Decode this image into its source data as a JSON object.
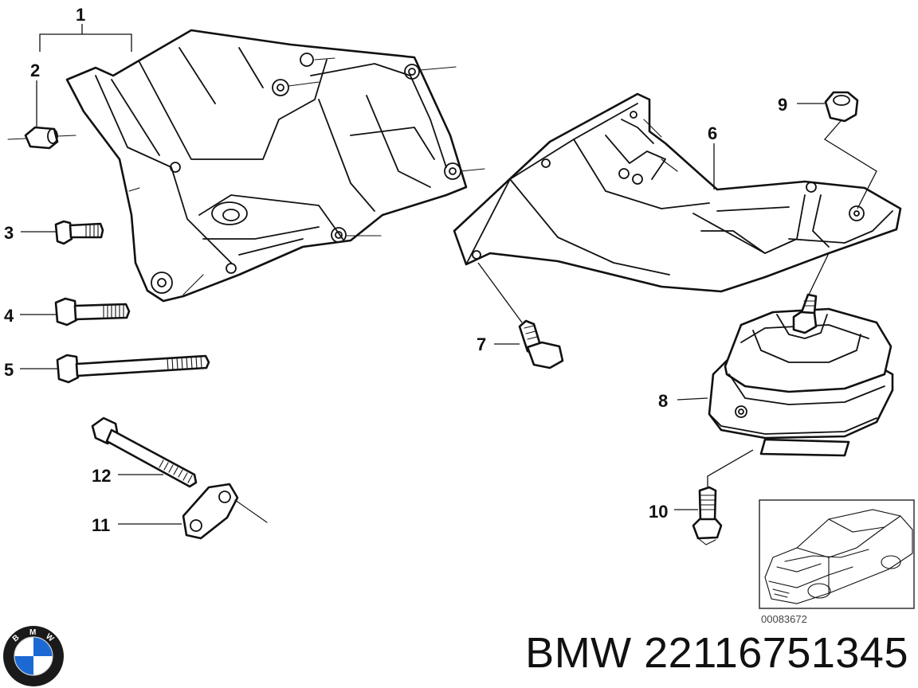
{
  "callouts": {
    "c1": "1",
    "c2": "2",
    "c3": "3",
    "c4": "4",
    "c5": "5",
    "c6": "6",
    "c7": "7",
    "c8": "8",
    "c9": "9",
    "c10": "10",
    "c11": "11",
    "c12": "12"
  },
  "reference_code": "00083672",
  "footer": {
    "brand_part_number": "BMW 22116751345"
  },
  "logo": {
    "letters": "BMW",
    "colors": {
      "blue": "#1c69d4",
      "white": "#ffffff",
      "ring": "#111111"
    }
  }
}
